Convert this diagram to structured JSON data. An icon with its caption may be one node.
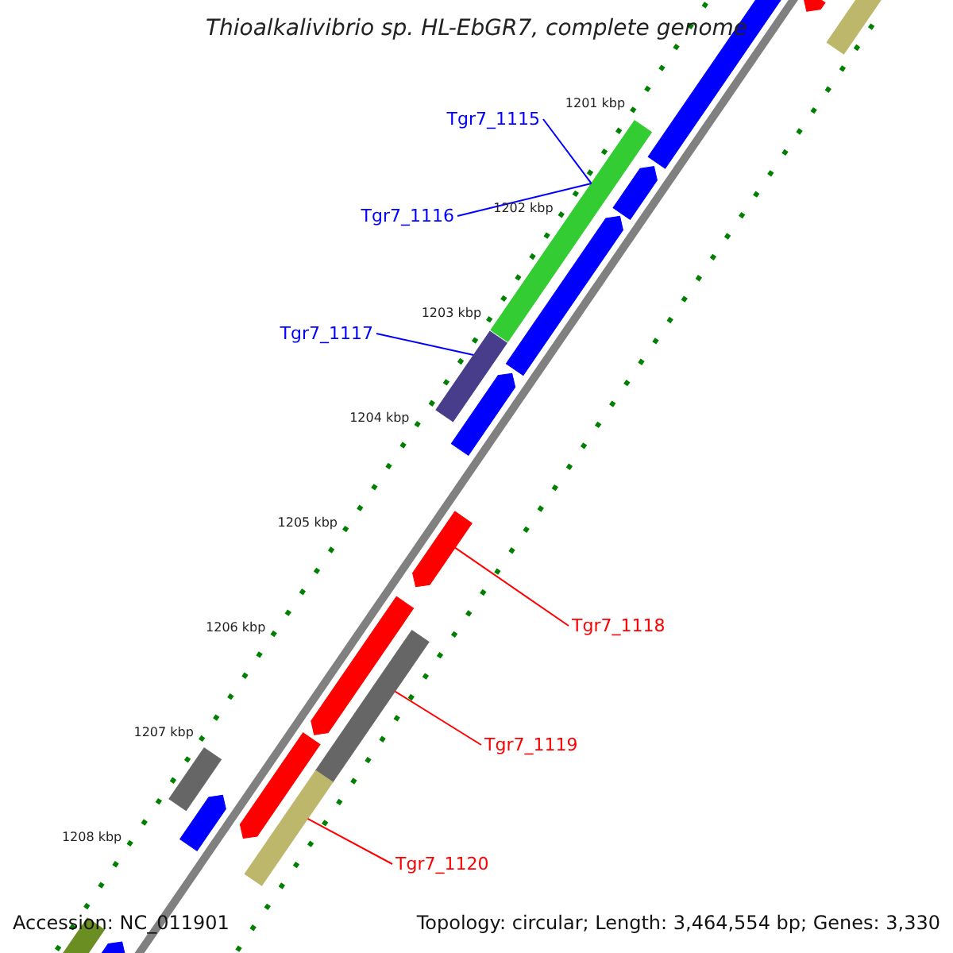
{
  "diagram": {
    "title": "Thioalkalivibrio sp. HL-EbGR7, complete genome",
    "nodes": [
      {
        "text": [
          "Tgr7_1115"
        ]
      },
      {
        "text": [
          "Tgr7_1116"
        ]
      },
      {
        "text": [
          "Tgr7_1117"
        ]
      },
      {
        "text": [
          "Tgr7_1118"
        ]
      },
      {
        "text": [
          "Tgr7_1119"
        ]
      },
      {
        "text": [
          "Tgr7_1120"
        ]
      },
      {
        "text": [],
        "shape": "bar"
      },
      {
        "text": [],
        "shape": "bar"
      },
      {
        "text": [],
        "shape": "bar"
      },
      {
        "text": [],
        "shape": "bar"
      },
      {
        "text": [],
        "shape": "bar"
      },
      {
        "text": [],
        "shape": "bar"
      },
      {
        "text": [],
        "shape": "bar"
      },
      {
        "text": [],
        "shape": "bar"
      },
      {
        "text": [],
        "shape": "bar"
      },
      {
        "text": [],
        "shape": "bar"
      },
      {
        "text": [],
        "shape": "bar"
      },
      {
        "text": [],
        "shape": "bar"
      },
      {
        "text": [],
        "shape": "bar"
      },
      {
        "text": [],
        "shape": "bar"
      },
      {
        "text": [],
        "shape": "bar"
      },
      {
        "text": [],
        "shape": "bar"
      },
      {
        "text": [],
        "shape": "bar"
      }
    ],
    "edges": [
      {
        "from": 0,
        "to": 9,
        "arrow": "none",
        "color": "#0000ff"
      },
      {
        "from": 1,
        "to": 9,
        "arrow": "none",
        "color": "#0000ff"
      },
      {
        "from": 2,
        "to": 12,
        "arrow": "none",
        "color": "#0000ff"
      },
      {
        "from": 3,
        "to": 14,
        "arrow": "none",
        "color": "#ff0000"
      },
      {
        "from": 4,
        "to": 16,
        "arrow": "none",
        "color": "#ff0000"
      },
      {
        "from": 5,
        "to": 18,
        "arrow": "none",
        "color": "#ff0000"
      }
    ],
    "labels": [
      "1201 kbp",
      "1202 kbp",
      "1203 kbp",
      "1204 kbp",
      "1205 kbp",
      "1206 kbp",
      "1207 kbp",
      "1208 kbp",
      "Accession: NC_011901",
      "Topology: circular; Length: 3,464,554 bp; Genes: 3,330"
    ]
  }
}
